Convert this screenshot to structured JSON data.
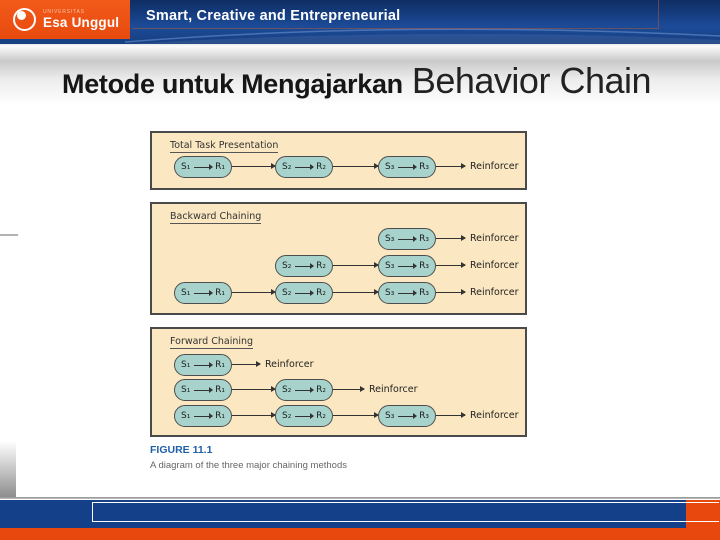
{
  "header": {
    "logo_sub": "Universitas",
    "logo_main": "Esa Unggul",
    "tagline": "Smart, Creative and Entrepreneurial"
  },
  "title": {
    "prefix": "Metode untuk Mengajarkan",
    "emphasis": "Behavior Chain"
  },
  "figure": {
    "caption_label": "FIGURE 11.1",
    "caption_text": "A diagram of the three major chaining methods",
    "reinforcer_label": "Reinforcer",
    "panels": [
      {
        "title": "Total Task Presentation",
        "rows": [
          {
            "pills": [
              {
                "s": "S₁",
                "r": "R₁"
              },
              {
                "s": "S₂",
                "r": "R₂"
              },
              {
                "s": "S₃",
                "r": "R₃"
              }
            ]
          }
        ]
      },
      {
        "title": "Backward Chaining",
        "rows": [
          {
            "pills": [
              {
                "s": "S₃",
                "r": "R₃"
              }
            ]
          },
          {
            "pills": [
              {
                "s": "S₂",
                "r": "R₂"
              },
              {
                "s": "S₃",
                "r": "R₃"
              }
            ]
          },
          {
            "pills": [
              {
                "s": "S₁",
                "r": "R₁"
              },
              {
                "s": "S₂",
                "r": "R₂"
              },
              {
                "s": "S₃",
                "r": "R₃"
              }
            ]
          }
        ]
      },
      {
        "title": "Forward Chaining",
        "rows": [
          {
            "pills": [
              {
                "s": "S₁",
                "r": "R₁"
              }
            ]
          },
          {
            "pills": [
              {
                "s": "S₁",
                "r": "R₁"
              },
              {
                "s": "S₂",
                "r": "R₂"
              }
            ]
          },
          {
            "pills": [
              {
                "s": "S₁",
                "r": "R₁"
              },
              {
                "s": "S₂",
                "r": "R₂"
              },
              {
                "s": "S₃",
                "r": "R₃"
              }
            ]
          }
        ]
      }
    ]
  },
  "colors": {
    "brand_orange": "#e8470d",
    "brand_blue": "#14408a",
    "panel_cream": "#fbe7c1",
    "pill_teal": "#a7d3cc",
    "caption_blue": "#1f5fa8"
  }
}
